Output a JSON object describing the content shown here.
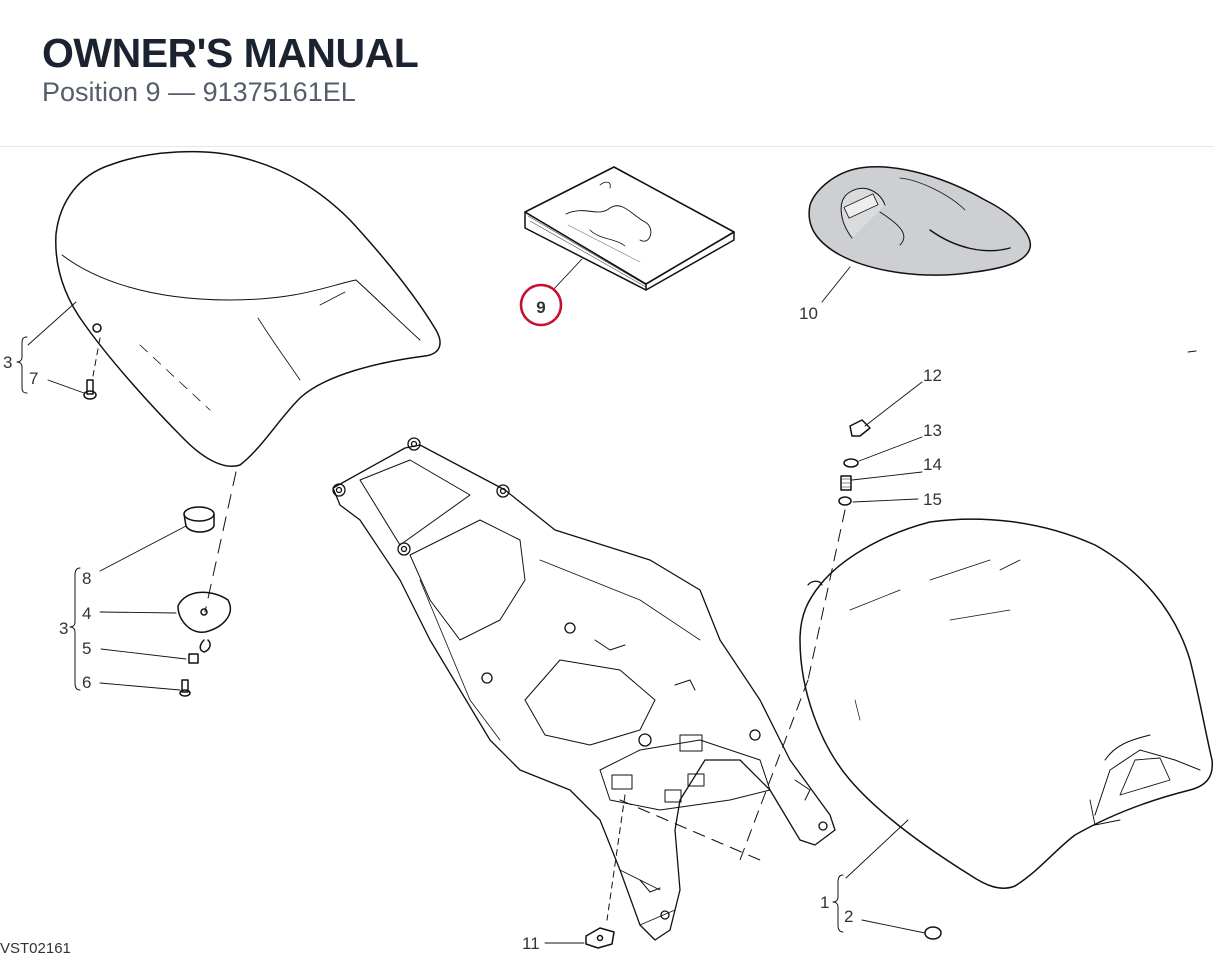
{
  "header": {
    "title": "OWNER'S MANUAL",
    "subtitle": "Position 9 — 91375161EL"
  },
  "diagram": {
    "highlighted_callout": "9",
    "callouts": {
      "c1": "1",
      "c2": "2",
      "c3a": "3",
      "c3b": "3",
      "c4": "4",
      "c5": "5",
      "c6": "6",
      "c7": "7",
      "c8": "8",
      "c10": "10",
      "c11": "11",
      "c12": "12",
      "c13": "13",
      "c14": "14",
      "c15": "15"
    },
    "drawing_code": "VST02161"
  }
}
